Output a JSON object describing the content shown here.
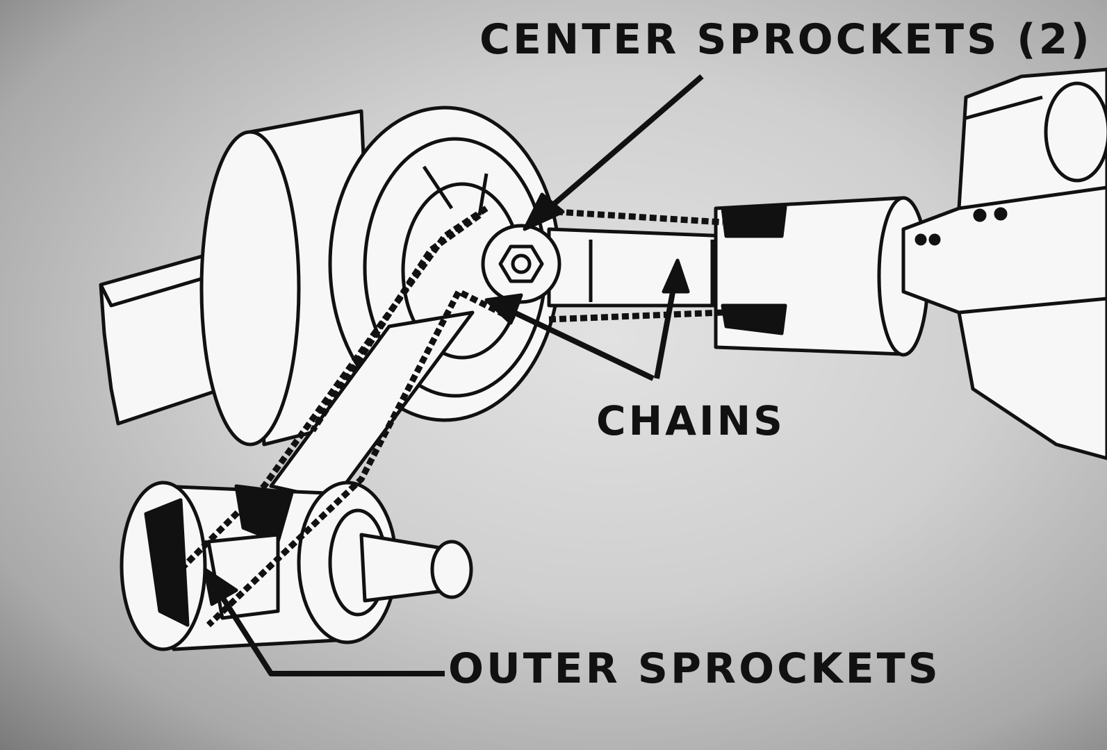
{
  "labels": {
    "center_sprockets": "CENTER SPROCKETS (2)",
    "chains": "CHAINS",
    "outer_sprockets": "OUTER SPROCKETS"
  },
  "colors": {
    "ink": "#111111",
    "paper": "#f7f7f7",
    "background": "#cfcfcf"
  }
}
